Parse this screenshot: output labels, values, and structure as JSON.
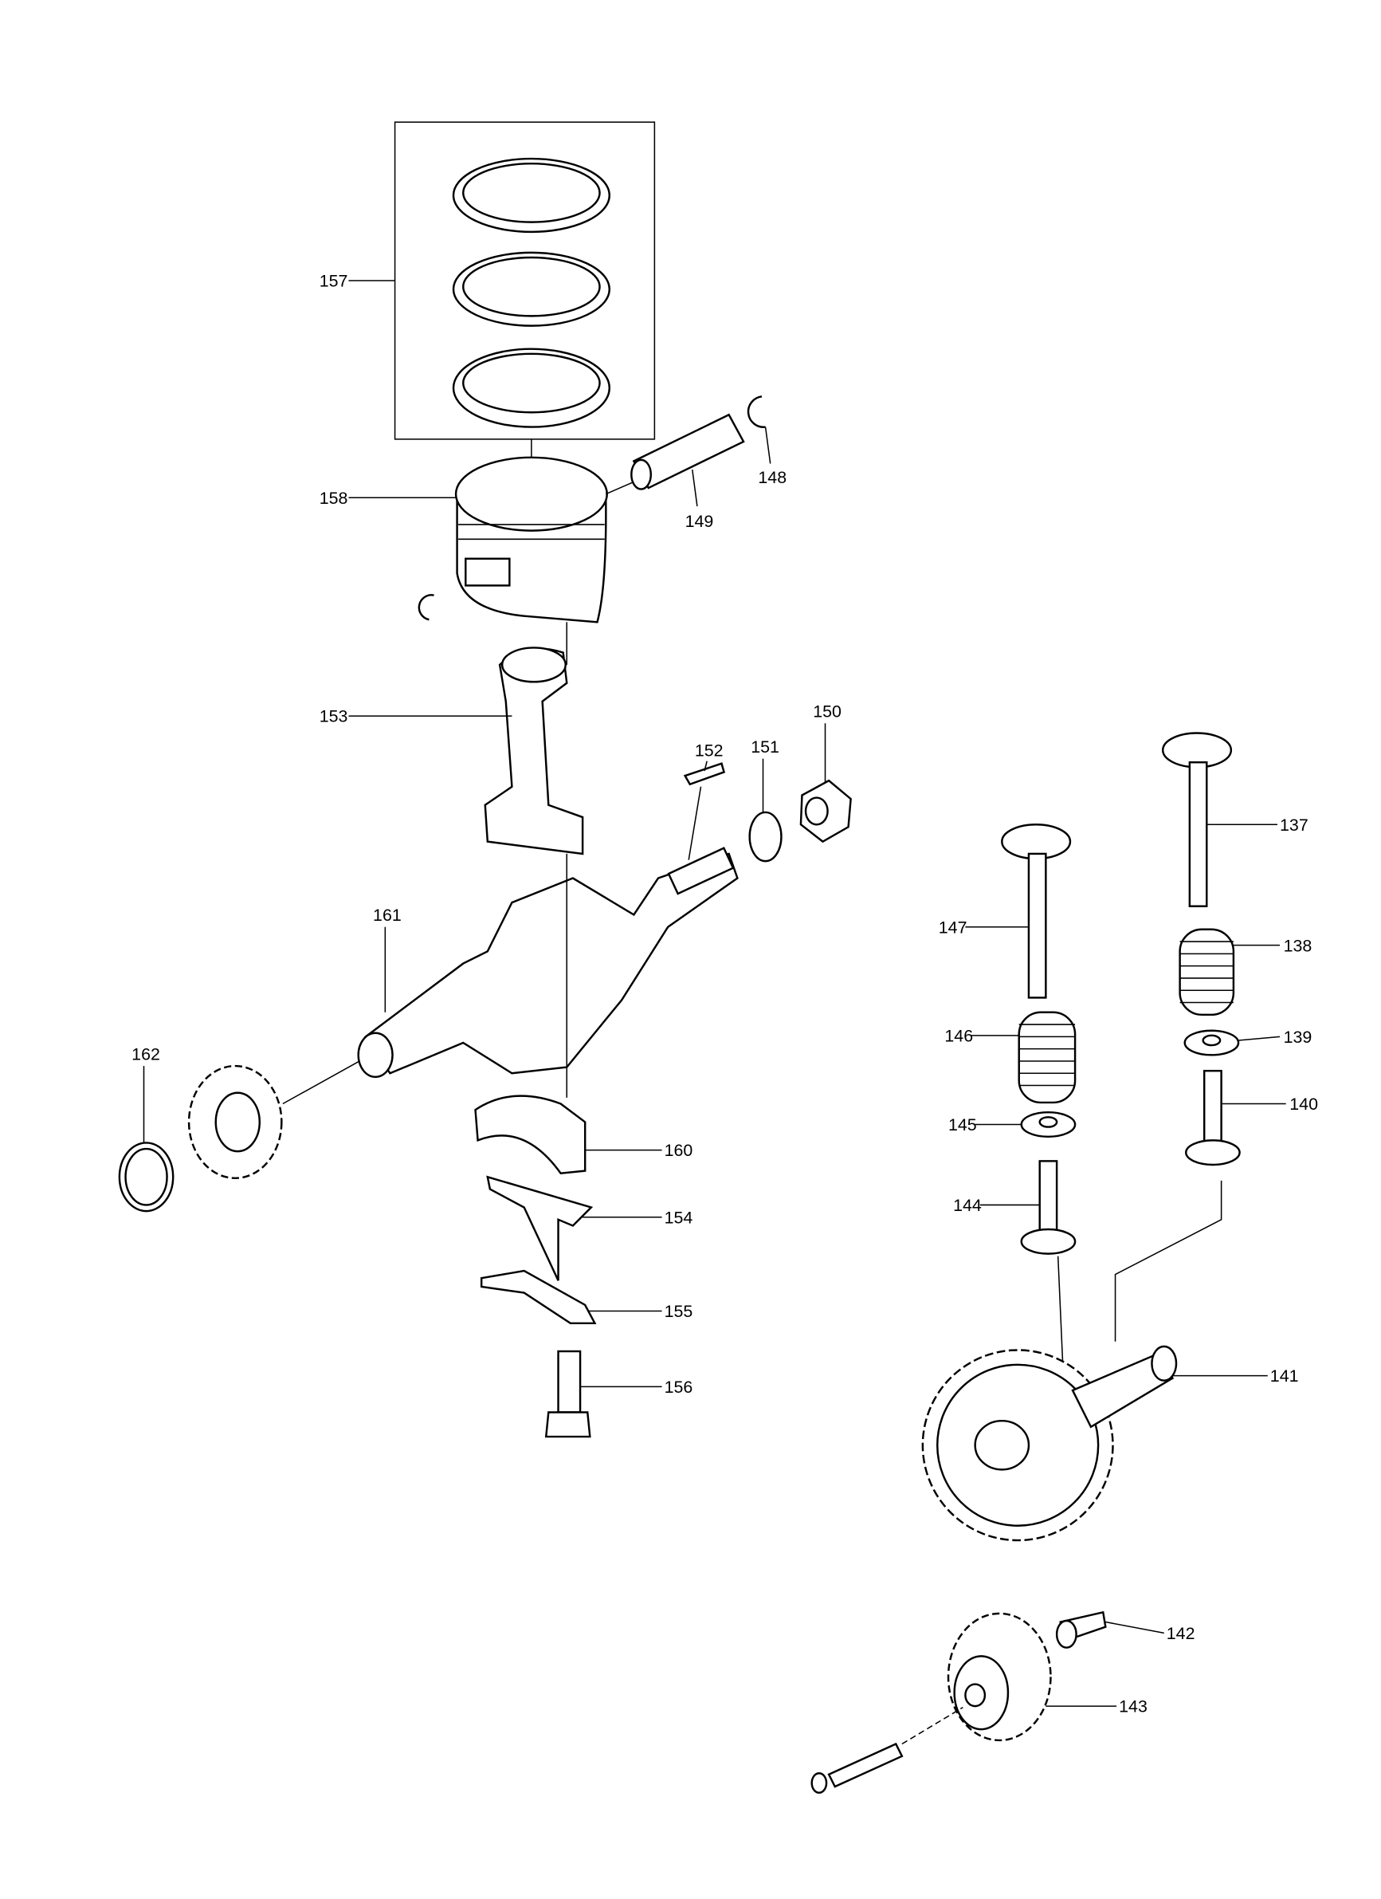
{
  "diagram": {
    "title": "",
    "labels": {
      "p137": "137",
      "p138": "138",
      "p139": "139",
      "p140": "140",
      "p141": "141",
      "p142": "142",
      "p143": "143",
      "p144": "144",
      "p145": "145",
      "p146": "146",
      "p147": "147",
      "p148": "148",
      "p149": "149",
      "p150": "150",
      "p151": "151",
      "p152": "152",
      "p153": "153",
      "p154": "154",
      "p155": "155",
      "p156": "156",
      "p157": "157",
      "p158": "158",
      "p160": "160",
      "p161": "161",
      "p162": "162"
    }
  }
}
